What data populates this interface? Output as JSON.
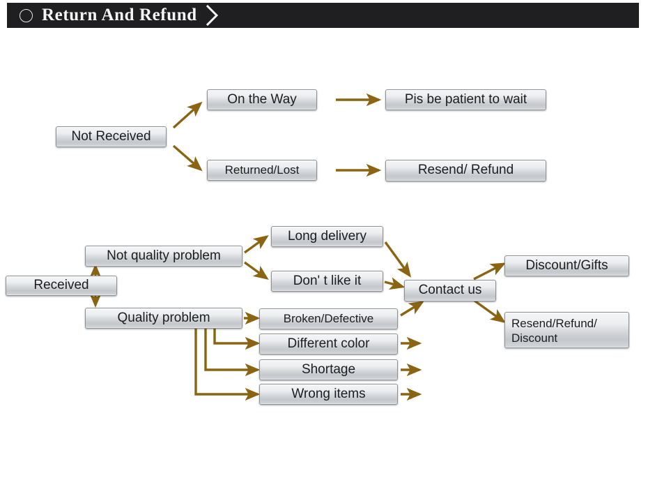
{
  "header": {
    "circle_icon": "circle-outline-icon",
    "title": "Return And Refund",
    "chevron_icon": "chevron-right-icon",
    "background_color": "#1f1f21",
    "text_color": "#f4f4f6"
  },
  "theme": {
    "arrow_color": "#8a6410",
    "node_border": "#8e9195",
    "node_fill_top": "#f4f5f7",
    "node_fill_bottom": "#c4c7cb",
    "page_background": "#ffffff"
  },
  "flow": {
    "sections": [
      {
        "id": "not-received-flow",
        "nodes": [
          {
            "id": "not-received",
            "label": "Not Received"
          },
          {
            "id": "on-the-way",
            "label": "On the Way"
          },
          {
            "id": "returned-lost",
            "label": "Returned/Lost"
          },
          {
            "id": "pls-be-patient",
            "label": "Pis be patient to wait"
          },
          {
            "id": "resend-refund",
            "label": "Resend/ Refund"
          }
        ],
        "edges": [
          {
            "from": "not-received",
            "to": "on-the-way",
            "style": "diagonal-up"
          },
          {
            "from": "not-received",
            "to": "returned-lost",
            "style": "diagonal-down"
          },
          {
            "from": "on-the-way",
            "to": "pls-be-patient",
            "style": "straight"
          },
          {
            "from": "returned-lost",
            "to": "resend-refund",
            "style": "straight"
          }
        ]
      },
      {
        "id": "received-flow",
        "nodes": [
          {
            "id": "received",
            "label": "Received"
          },
          {
            "id": "not-quality-problem",
            "label": "Not quality problem"
          },
          {
            "id": "quality-problem",
            "label": "Quality problem"
          },
          {
            "id": "long-delivery",
            "label": "Long delivery"
          },
          {
            "id": "dont-like-it",
            "label": "Don' t like it"
          },
          {
            "id": "broken-defective",
            "label": "Broken/Defective"
          },
          {
            "id": "different-color",
            "label": "Different color"
          },
          {
            "id": "shortage",
            "label": "Shortage"
          },
          {
            "id": "wrong-items",
            "label": "Wrong items"
          },
          {
            "id": "contact-us",
            "label": "Contact us"
          },
          {
            "id": "discount-gifts",
            "label": "Discount/Gifts"
          },
          {
            "id": "resend-refund-discount",
            "label": "Resend/Refund/\nDiscount"
          }
        ],
        "edges": [
          {
            "from": "received",
            "to": "not-quality-problem",
            "style": "vertical-up"
          },
          {
            "from": "received",
            "to": "quality-problem",
            "style": "vertical-down"
          },
          {
            "from": "not-quality-problem",
            "to": "long-delivery",
            "style": "diagonal-up"
          },
          {
            "from": "not-quality-problem",
            "to": "dont-like-it",
            "style": "diagonal-down"
          },
          {
            "from": "quality-problem",
            "to": "broken-defective",
            "style": "straight"
          },
          {
            "from": "quality-problem",
            "to": "different-color",
            "style": "elbow"
          },
          {
            "from": "quality-problem",
            "to": "shortage",
            "style": "elbow"
          },
          {
            "from": "quality-problem",
            "to": "wrong-items",
            "style": "elbow"
          },
          {
            "from": "long-delivery",
            "to": "contact-us",
            "style": "diagonal-down"
          },
          {
            "from": "dont-like-it",
            "to": "contact-us",
            "style": "straight"
          },
          {
            "from": "broken-defective",
            "to": "contact-us",
            "style": "diagonal-up"
          },
          {
            "from": "different-color",
            "to": "contact-us",
            "style": "stub"
          },
          {
            "from": "shortage",
            "to": "contact-us",
            "style": "stub"
          },
          {
            "from": "wrong-items",
            "to": "contact-us",
            "style": "stub"
          },
          {
            "from": "contact-us",
            "to": "discount-gifts",
            "style": "diagonal-up"
          },
          {
            "from": "contact-us",
            "to": "resend-refund-discount",
            "style": "diagonal-down"
          }
        ]
      }
    ]
  }
}
